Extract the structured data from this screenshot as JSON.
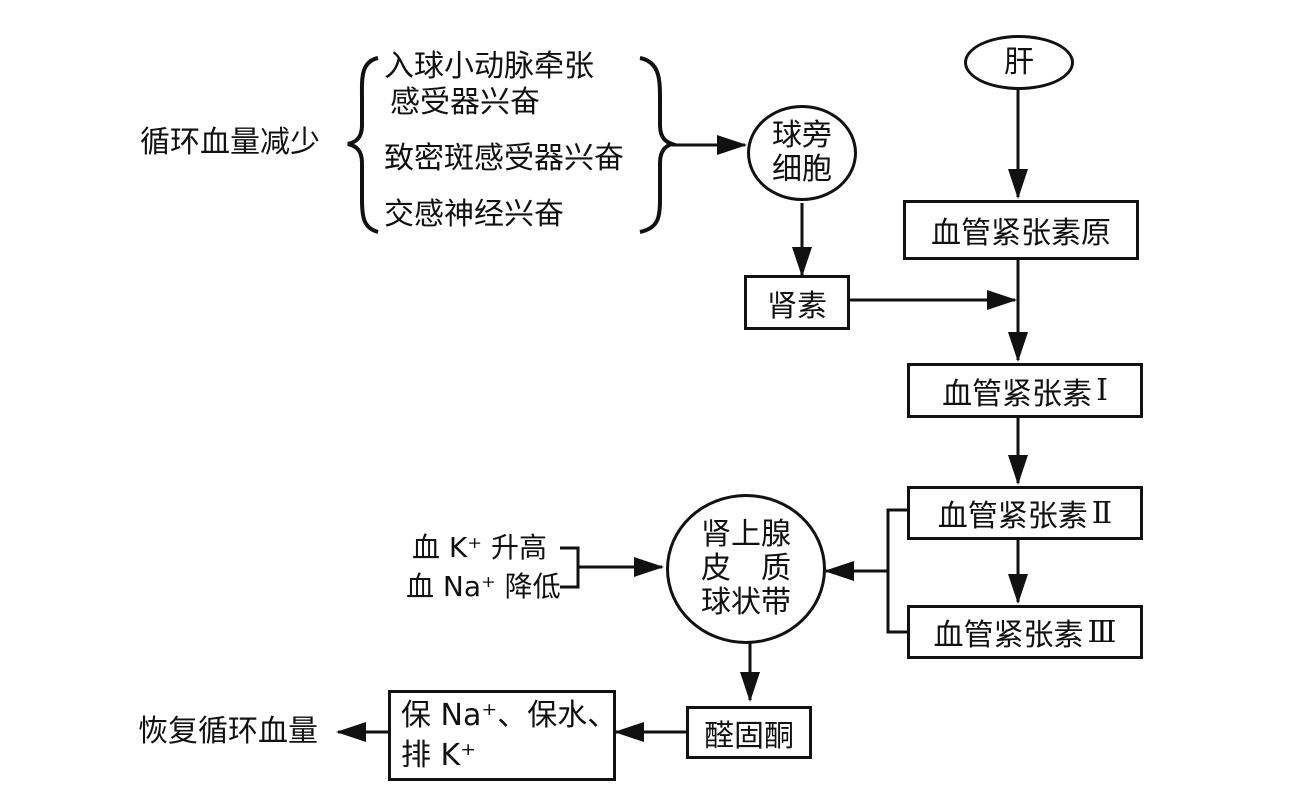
{
  "stimulus": {
    "main": "循环血量减少",
    "item1_line1": "入球小动脉牵张",
    "item1_line2": "感受器兴奋",
    "item2": "致密斑感受器兴奋",
    "item3": "交感神经兴奋"
  },
  "jg_cell": {
    "line1": "球旁",
    "line2": "细胞"
  },
  "liver": "肝",
  "renin": "肾素",
  "angiotensinogen": "血管紧张素原",
  "ang1": {
    "text": "血管紧张素",
    "numeral": "Ⅰ"
  },
  "ang2": {
    "text": "血管紧张素",
    "numeral": "Ⅱ"
  },
  "ang3": {
    "text": "血管紧张素",
    "numeral": "Ⅲ"
  },
  "adrenal": {
    "line1": "肾上腺",
    "line2": "皮　质",
    "line3": "球状带"
  },
  "electrolytes": {
    "k_line": "血 K⁺ 升高",
    "na_line": "血 Na⁺ 降低"
  },
  "aldosterone": "醛固酮",
  "effect": {
    "line1": "保 Na⁺、保水、",
    "line2": "排 K⁺"
  },
  "outcome": "恢复循环血量"
}
